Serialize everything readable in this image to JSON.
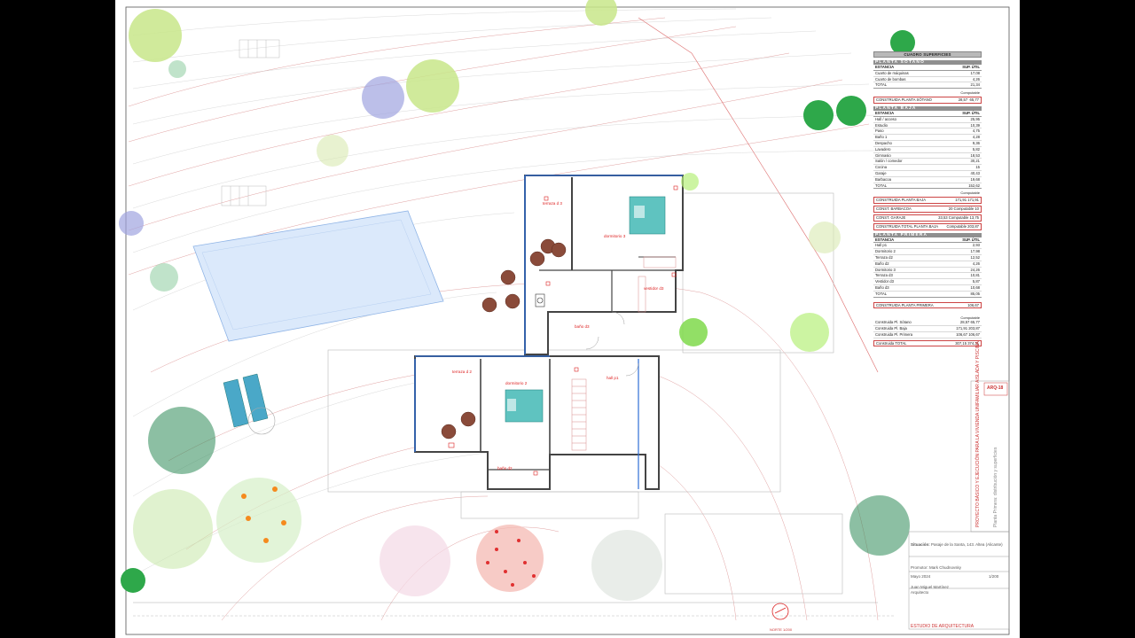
{
  "table": {
    "title": "CUADRO SUPERFICIES",
    "col_estancia": "ESTANCIA",
    "col_sup": "SUP. ÚTIL",
    "computable_label": "Computable",
    "sotano": {
      "heading": "PLANTA SÓTANO",
      "rows": [
        {
          "name": "Cuarto de máquinas",
          "value": "17,08"
        },
        {
          "name": "Cuarto de bombas",
          "value": "4,26"
        },
        {
          "name": "TOTAL",
          "value": "21,34"
        }
      ],
      "built_label": "CONSTRUIDA PLANTA SÓTANO",
      "built_value": "28,57",
      "built_comp": "65,77"
    },
    "baja": {
      "heading": "PLANTA BAJA",
      "rows": [
        {
          "name": "Hall / acceso",
          "value": "25,95"
        },
        {
          "name": "Estudio",
          "value": "10,39"
        },
        {
          "name": "Paso",
          "value": "4,75"
        },
        {
          "name": "Baño 1",
          "value": "4,28"
        },
        {
          "name": "Despacho",
          "value": "9,36"
        },
        {
          "name": "Lavadero",
          "value": "5,82"
        },
        {
          "name": "Gimnasio",
          "value": "18,53"
        },
        {
          "name": "Salón / comedor",
          "value": "30,21"
        },
        {
          "name": "Cocina",
          "value": "15"
        },
        {
          "name": "Garaje",
          "value": "40,43"
        },
        {
          "name": "Barbacoa",
          "value": "19,68"
        },
        {
          "name": "TOTAL",
          "value": "152,62"
        }
      ],
      "built_rows": [
        {
          "name": "CONSTRUIDA PLANTA BAJA",
          "a": "171,91",
          "b": "171,91"
        },
        {
          "name": "CONST. BARBACOA",
          "a": "20",
          "mid": "Computable",
          "b": "10"
        },
        {
          "name": "CONST. GARAJE",
          "a": "33,53",
          "mid": "Computable",
          "b": "13,75"
        },
        {
          "name": "CONSTRUIDA TOTAL PLANTA BAJA",
          "mid": "Computable",
          "b": "203,87"
        }
      ]
    },
    "primera": {
      "heading": "PLANTA PRIMERA",
      "rows": [
        {
          "name": "Hall p1",
          "value": "2,93"
        },
        {
          "name": "Dormitorio 2",
          "value": "17,98"
        },
        {
          "name": "Terraza d2",
          "value": "12,52"
        },
        {
          "name": "Baño d2",
          "value": "4,26"
        },
        {
          "name": "Dormitorio 3",
          "value": "24,26"
        },
        {
          "name": "Terraza d3",
          "value": "10,81"
        },
        {
          "name": "Vestidor d3",
          "value": "5,87"
        },
        {
          "name": "Baño d3",
          "value": "10,68"
        },
        {
          "name": "TOTAL",
          "value": "85,05"
        }
      ],
      "built_label": "CONSTRUIDA PLANTA PRIMERA",
      "built_value": "106,67"
    },
    "summary": [
      {
        "name": "Construida Pl. Sótano",
        "a": "28,57",
        "b": "65,77"
      },
      {
        "name": "Construida Pl. Baja",
        "a": "171,91",
        "b": "203,87"
      },
      {
        "name": "Construida Pl. Primera",
        "a": "106,67",
        "b": "106,67"
      },
      {
        "name": "Construida TOTAL",
        "a": "307,15",
        "b": "374,31"
      }
    ]
  },
  "rooms": {
    "terraza_d3": "terraza d 3",
    "dormitorio_3": "dormitorio 3",
    "vestidor_d3": "vestidor d3",
    "bano_d3": "baño d3",
    "terraza_d2": "terraza d 2",
    "dormitorio_2": "dormitorio 2",
    "hall_p1": "hall p1",
    "bano_d2": "baño d2"
  },
  "title_block": {
    "sheet_code": "ARQ-18",
    "project": "PROYECTO BÁSICO Y EJECUCIÓN PARA LA VIVIENDA UNIFAMILIAR AISLADA Y PISCINA",
    "plane": "Planta Primera: distribución y superficies",
    "situacion_label": "Situación:",
    "situacion": "Pasaje de la Santa, 143. Altea (Alicante)",
    "promotor_label": "Promotor:",
    "promotor": "Mark Chudnovsky",
    "fecha": "Mayo 2024",
    "scale": "1/200",
    "architect": "Juan Miguel Martínez",
    "architect_role": "Arquitecto",
    "studio": "ESTUDIO DE ARQUITECTURA",
    "north": "NORTE 1/200"
  },
  "colors": {
    "contour": "#d88a8a",
    "blue": "#2f6fd6",
    "pool": "#dbe9fb",
    "tree_green": "#2ea84a",
    "red_label": "#d22"
  }
}
